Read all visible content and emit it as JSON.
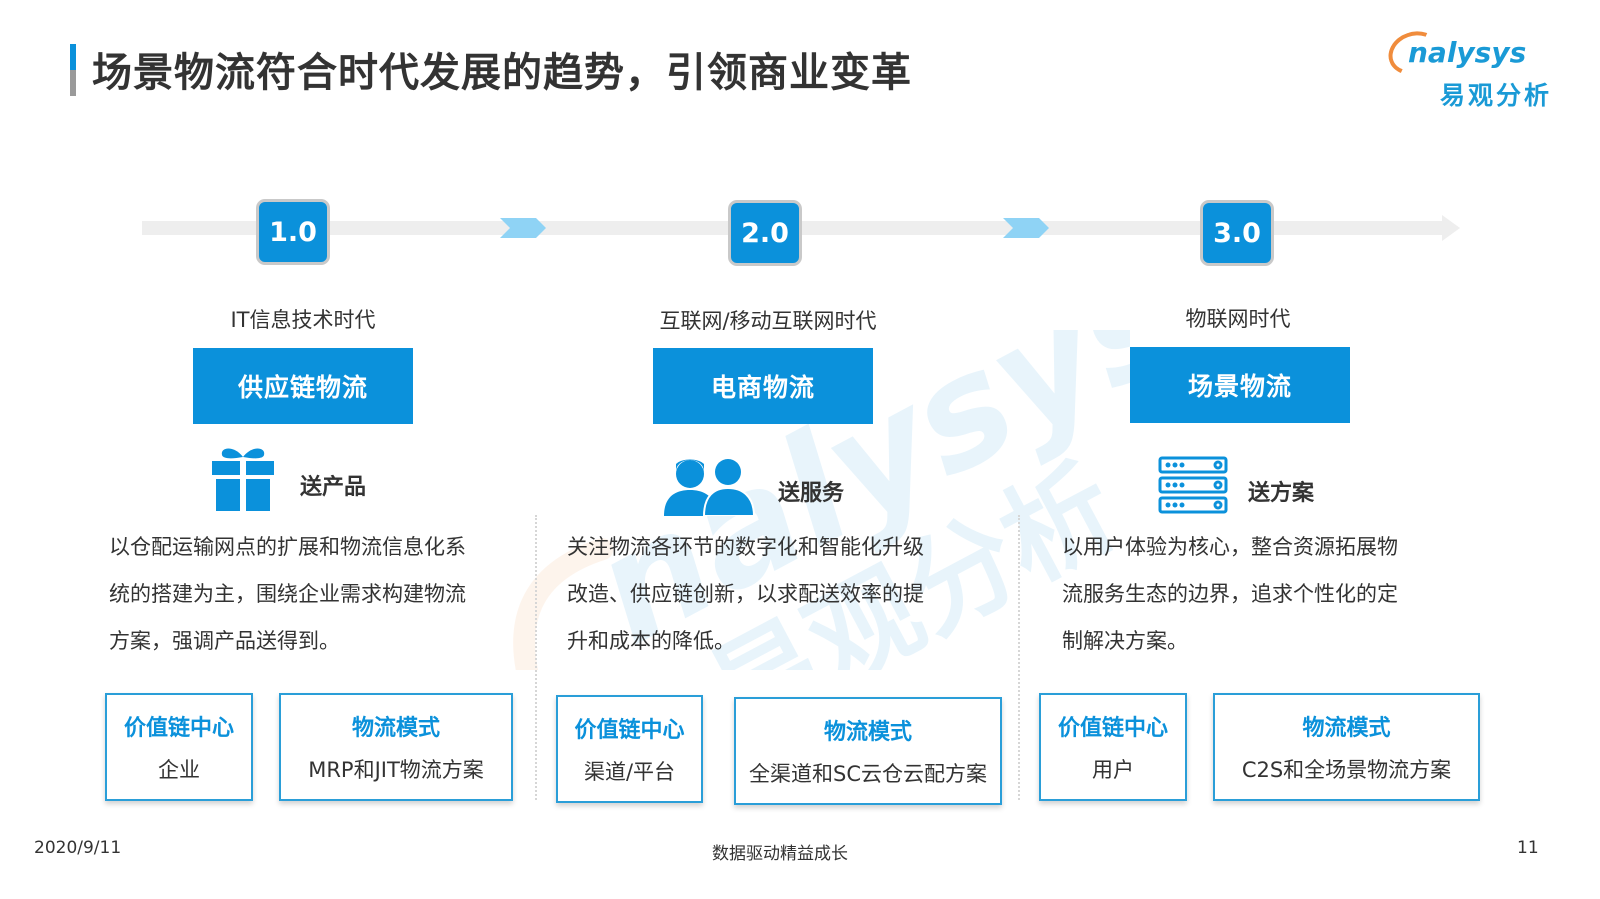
{
  "title": "场景物流符合时代发展的趋势，引领商业变革",
  "logo": {
    "en": "nalysys",
    "cn": "易观分析"
  },
  "colors": {
    "accent": "#0b91db",
    "text": "#333333",
    "logo_orange": "#f08c3c"
  },
  "stages": [
    {
      "version": "1.0",
      "era": "IT信息技术时代",
      "name": "供应链物流",
      "icon": "gift-icon",
      "feature": "送产品",
      "desc": [
        "以仓配运输网点的扩展和物流信息化系",
        "统的搭建为主，围绕企业需求构建物流",
        "方案，强调产品送得到。"
      ],
      "cards": [
        {
          "title": "价值链中心",
          "value": "企业"
        },
        {
          "title": "物流模式",
          "value": "MRP和JIT物流方案"
        }
      ]
    },
    {
      "version": "2.0",
      "era": "互联网/移动互联网时代",
      "name": "电商物流",
      "icon": "people-icon",
      "feature": "送服务",
      "desc": [
        "关注物流各环节的数字化和智能化升级",
        "改造、供应链创新，以求配送效率的提",
        "升和成本的降低。"
      ],
      "cards": [
        {
          "title": "价值链中心",
          "value": "渠道/平台"
        },
        {
          "title": "物流模式",
          "value": "全渠道和SC云仓云配方案"
        }
      ]
    },
    {
      "version": "3.0",
      "era": "物联网时代",
      "name": "场景物流",
      "icon": "server-icon",
      "feature": "送方案",
      "desc": [
        "以用户体验为核心，整合资源拓展物",
        "流服务生态的边界，追求个性化的定",
        "制解决方案。"
      ],
      "cards": [
        {
          "title": "价值链中心",
          "value": "用户"
        },
        {
          "title": "物流模式",
          "value": "C2S和全场景物流方案"
        }
      ]
    }
  ],
  "footer": {
    "date": "2020/9/11",
    "slogan": "数据驱动精益成长",
    "page": "11"
  }
}
